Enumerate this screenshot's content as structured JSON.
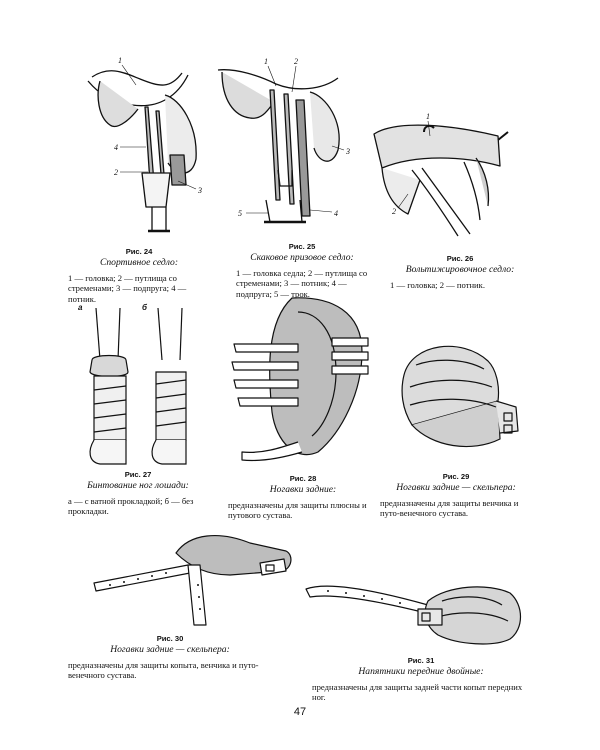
{
  "figures": [
    {
      "number": "Рис. 24",
      "title": "Спортивное седло:",
      "desc": "1 — головка; 2 — путлища со стременами; 3 — подпруга; 4 — потник.",
      "labels": [
        "1",
        "2",
        "3",
        "4"
      ]
    },
    {
      "number": "Рис. 25",
      "title": "Скаковое призовое седло:",
      "desc": "1 — головка седла; 2 — путлища со стременами; 3 — потник; 4 — подпруга; 5 — трок.",
      "labels": [
        "1",
        "2",
        "3",
        "4",
        "5"
      ]
    },
    {
      "number": "Рис. 26",
      "title": "Вольтижировочное седло:",
      "desc": "1 — головка; 2 — потник.",
      "labels": [
        "1",
        "2"
      ]
    },
    {
      "number": "Рис. 27",
      "title": "Бинтование ног лошади:",
      "desc": "а — с ватной прокладкой; б — без прокладки.",
      "labels": [
        "а",
        "б"
      ]
    },
    {
      "number": "Рис. 28",
      "title": "Ногавки задние:",
      "desc": "предназначены для защиты плюсны и путового сустава."
    },
    {
      "number": "Рис. 29",
      "title": "Ногавки задние — скельпера:",
      "desc": "предназначены для защиты венчика и путо-венечного сустава."
    },
    {
      "number": "Рис. 30",
      "title": "Ногавки задние — скельпера:",
      "desc": "предназначены для защиты копыта, венчика и путо-венечного сустава."
    },
    {
      "number": "Рис. 31",
      "title": "Напятники передние двойные:",
      "desc": "предназначены для защиты задней части копыт передних ног."
    }
  ],
  "page_number": "47"
}
